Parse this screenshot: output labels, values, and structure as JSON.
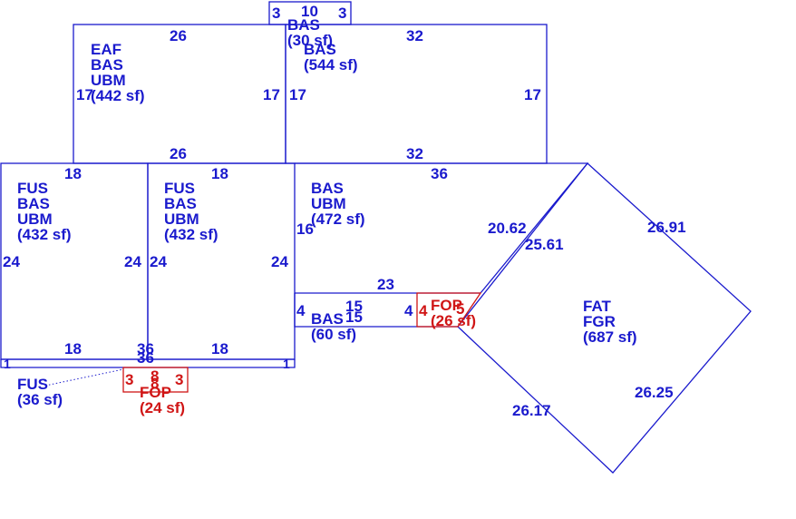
{
  "colors": {
    "line": "#1a1acd",
    "porch": "#d01515",
    "background": "#ffffff"
  },
  "areas": {
    "eaf": {
      "lines": [
        "EAF",
        "BAS",
        "UBM",
        "(442 sf)"
      ]
    },
    "bas_top": {
      "lines": [
        "BAS",
        "(544 sf)"
      ]
    },
    "bas_small": {
      "lines": [
        "BAS",
        "(30 sf)"
      ]
    },
    "fus_left": {
      "lines": [
        "FUS",
        "BAS",
        "UBM",
        "(432 sf)"
      ]
    },
    "fus_mid": {
      "lines": [
        "FUS",
        "BAS",
        "UBM",
        "(432 sf)"
      ]
    },
    "bas_ubm": {
      "lines": [
        "BAS",
        "UBM",
        "(472 sf)"
      ]
    },
    "bas_60": {
      "lines": [
        "BAS",
        "(60 sf)"
      ]
    },
    "fop_26": {
      "lines": [
        "FOP",
        "(26 sf)"
      ]
    },
    "fat": {
      "lines": [
        "FAT",
        "FGR",
        "(687 sf)"
      ]
    },
    "fus_36": {
      "lines": [
        "FUS",
        "(36 sf)"
      ]
    },
    "fop_24": {
      "lines": [
        "FOP",
        "(24 sf)"
      ]
    }
  },
  "dimensions": [
    {
      "v": "3"
    },
    {
      "v": "10"
    },
    {
      "v": "3"
    },
    {
      "v": "26"
    },
    {
      "v": "32"
    },
    {
      "v": "17"
    },
    {
      "v": "17"
    },
    {
      "v": "17"
    },
    {
      "v": "17"
    },
    {
      "v": "26"
    },
    {
      "v": "32"
    },
    {
      "v": "18"
    },
    {
      "v": "18"
    },
    {
      "v": "36"
    },
    {
      "v": "24"
    },
    {
      "v": "24"
    },
    {
      "v": "24"
    },
    {
      "v": "24"
    },
    {
      "v": "16"
    },
    {
      "v": "20.62"
    },
    {
      "v": "25.61"
    },
    {
      "v": "26.91"
    },
    {
      "v": "23"
    },
    {
      "v": "15"
    },
    {
      "v": "15"
    },
    {
      "v": "4"
    },
    {
      "v": "4"
    },
    {
      "v": "18"
    },
    {
      "v": "36"
    },
    {
      "v": "36"
    },
    {
      "v": "18"
    },
    {
      "v": "1"
    },
    {
      "v": "1"
    },
    {
      "v": "26.17"
    },
    {
      "v": "26.25"
    }
  ],
  "porch_dimensions": [
    {
      "v": "4"
    },
    {
      "v": "5"
    },
    {
      "v": "3"
    },
    {
      "v": "8"
    },
    {
      "v": "8"
    },
    {
      "v": "3"
    }
  ]
}
